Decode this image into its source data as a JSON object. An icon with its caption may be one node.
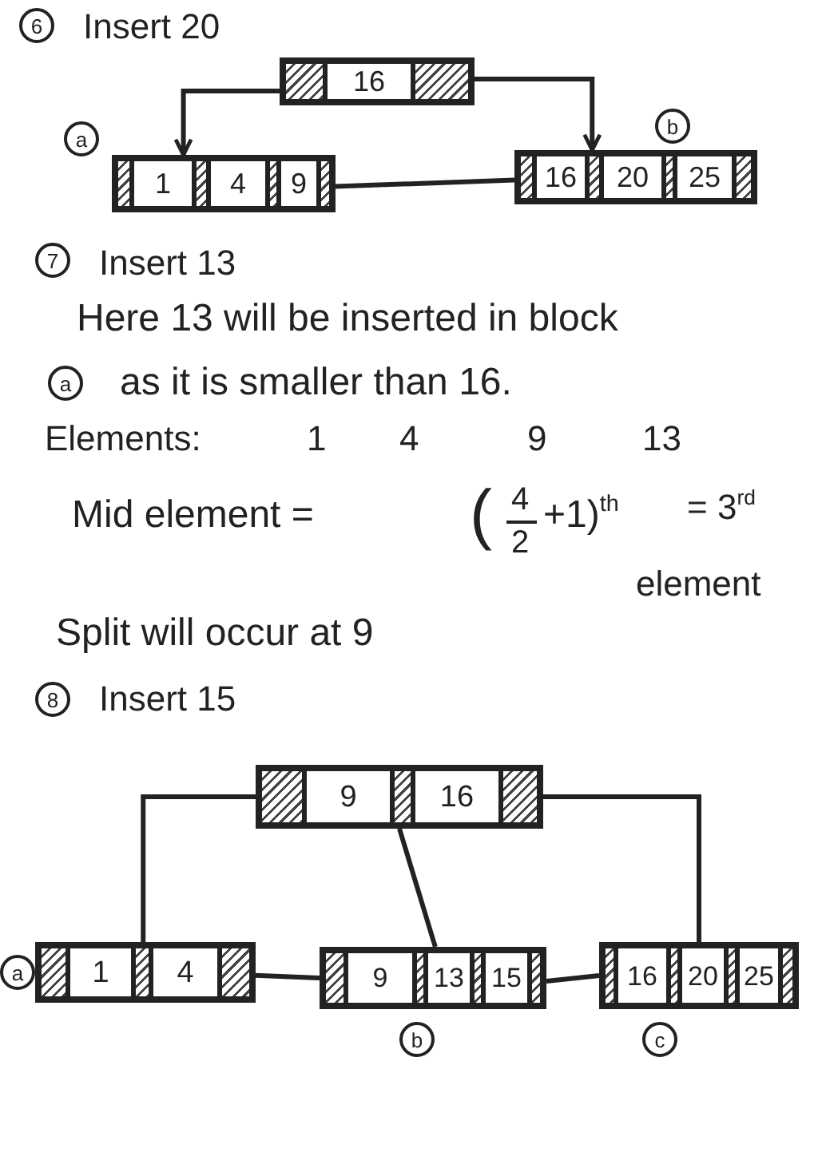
{
  "diagram": {
    "nodes": [
      {
        "text": [
          "16"
        ]
      },
      {
        "text": [
          "1",
          "4",
          "9"
        ],
        "beside": [
          "a"
        ]
      },
      {
        "text": [
          "16",
          "20",
          "25"
        ],
        "beside": [
          "b"
        ]
      },
      {
        "text": [
          "9",
          "16"
        ]
      },
      {
        "text": [
          "1",
          "4"
        ],
        "beside": [
          "a"
        ]
      },
      {
        "text": [
          "9",
          "13",
          "15"
        ],
        "beside": [
          "b"
        ]
      },
      {
        "text": [
          "16",
          "20",
          "25"
        ],
        "beside": [
          "c"
        ]
      }
    ],
    "edges": [
      {
        "from": 0,
        "to": 1,
        "arrow": "to"
      },
      {
        "from": 0,
        "to": 2,
        "arrow": "to"
      },
      {
        "from": 1,
        "to": 2,
        "arrow": "none"
      },
      {
        "from": 3,
        "to": 4,
        "arrow": "none"
      },
      {
        "from": 3,
        "to": 5,
        "arrow": "none"
      },
      {
        "from": 3,
        "to": 6,
        "arrow": "none"
      },
      {
        "from": 4,
        "to": 5,
        "arrow": "none"
      },
      {
        "from": 5,
        "to": 6,
        "arrow": "none"
      }
    ],
    "labels": [
      "6",
      "Insert 20",
      "7",
      "Insert 13",
      "Here 13 will be inserted in block",
      "a",
      "as it is smaller than 16.",
      "Elements:",
      "1",
      "4",
      "9",
      "13",
      "Mid element =",
      "(",
      "4",
      "2",
      "+1)$^{th}$",
      "= 3$^{rd}$",
      "element",
      "Split will occur at 9",
      "8",
      "Insert 15"
    ]
  }
}
